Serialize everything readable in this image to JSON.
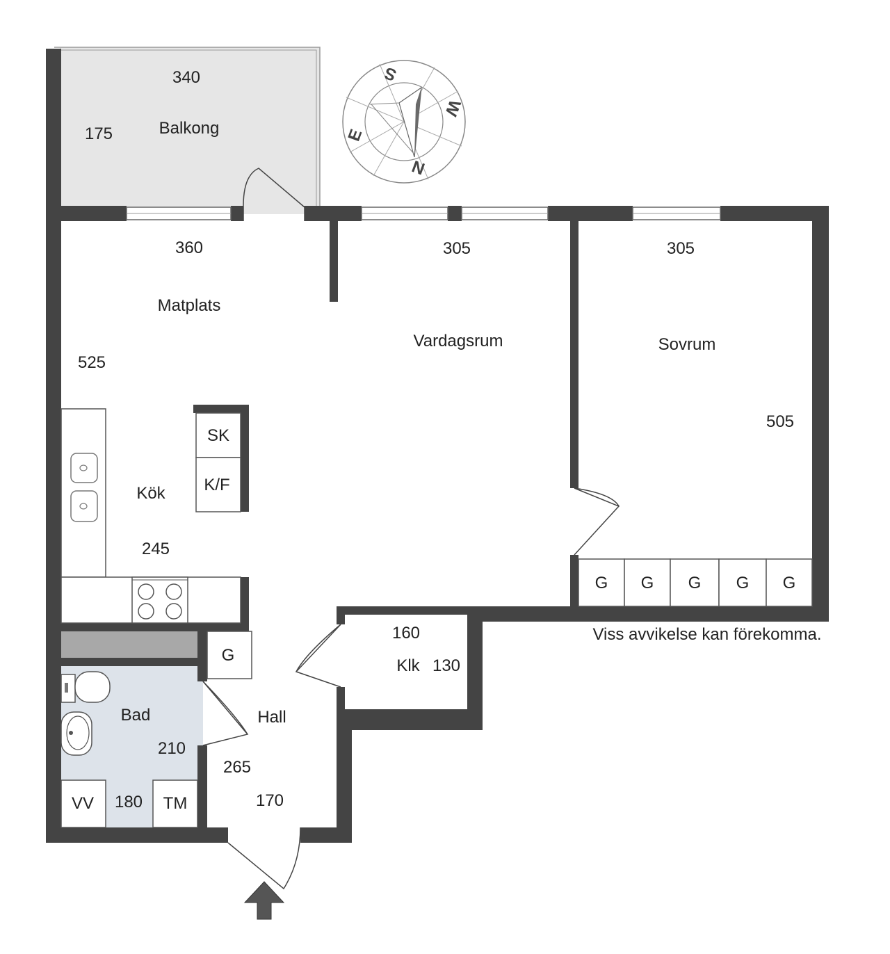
{
  "colors": {
    "wall": "#444444",
    "balcony_fill": "#e6e6e6",
    "bath_fill": "#dde3ea",
    "shelf_fill": "#a8a8a8",
    "text": "#222222"
  },
  "compass": {
    "s": "S",
    "w": "W",
    "e": "E",
    "n": "N"
  },
  "rooms": {
    "balkong": {
      "name": "Balkong",
      "width": "340",
      "depth": "175"
    },
    "matplats": {
      "name": "Matplats",
      "width": "360",
      "depth": "525"
    },
    "vardagsrum": {
      "name": "Vardagsrum",
      "width": "305"
    },
    "sovrum": {
      "name": "Sovrum",
      "width": "305",
      "depth": "505"
    },
    "kok": {
      "name": "Kök",
      "dim": "245"
    },
    "klk": {
      "name": "Klk",
      "width": "160",
      "depth": "130"
    },
    "hall": {
      "name": "Hall",
      "dim_a": "265",
      "dim_b": "170"
    },
    "bad": {
      "name": "Bad",
      "dim_a": "210",
      "dim_b": "180"
    }
  },
  "fixtures": {
    "sk": "SK",
    "kf": "K/F",
    "vv": "VV",
    "tm": "TM",
    "hall_wardrobe": "G",
    "bedroom_wardrobes": [
      "G",
      "G",
      "G",
      "G",
      "G"
    ]
  },
  "icons": [
    "compass-icon",
    "entrance-arrow-icon",
    "sink-icon",
    "toilet-icon",
    "washbasin-icon",
    "stove-icon"
  ],
  "disclaimer": "Viss avvikelse kan förekomma."
}
